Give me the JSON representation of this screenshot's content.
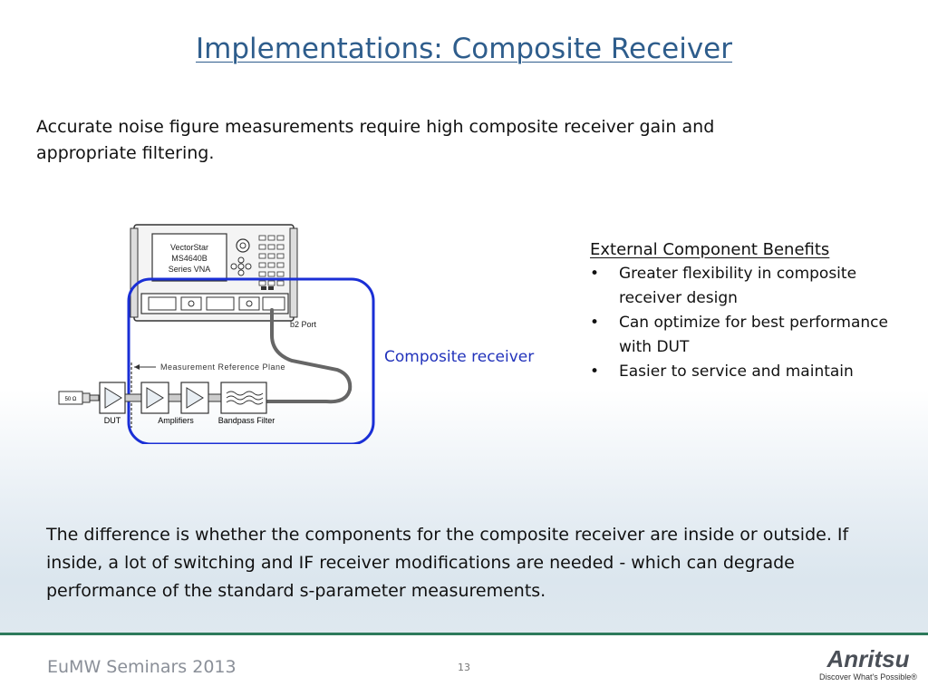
{
  "slide": {
    "title": "Implementations: Composite Receiver",
    "intro": "Accurate noise figure measurements require high composite receiver gain and appropriate filtering.",
    "benefits": {
      "heading": "External Component Benefits",
      "items": [
        "Greater flexibility in composite receiver design",
        "Can optimize for best performance with DUT",
        "Easier to service and maintain"
      ]
    },
    "composite_label": "Composite receiver",
    "difference_text": "The difference is whether the components for the composite receiver  are inside or outside.  If inside, a lot of switching and IF receiver modifications are needed - which can degrade performance of the standard s-parameter measurements.",
    "colors": {
      "title": "#2e5d8c",
      "composite_outline": "#1a2fd6",
      "footer_rule": "#2d7a5b"
    }
  },
  "diagram": {
    "vna_name_line1": "VectorStar",
    "vna_name_line2": "MS4640B",
    "vna_name_line3": "Series VNA",
    "port_label": "b2 Port",
    "reference_plane_label": "Measurement Reference Plane",
    "termination_label": "50 Ω",
    "dut_label": "DUT",
    "amplifiers_label": "Amplifiers",
    "filter_label": "Bandpass Filter"
  },
  "footer": {
    "event": "EuMW Seminars 2013",
    "page_number": "13",
    "brand": "Anritsu",
    "tagline": "Discover What's Possible®"
  }
}
